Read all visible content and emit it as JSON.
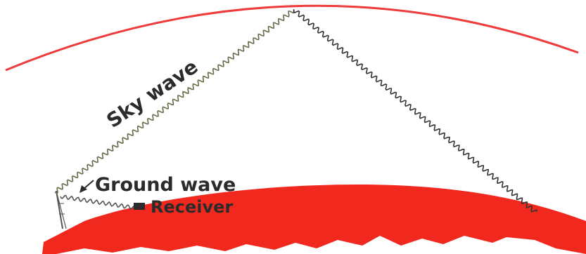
{
  "labels": {
    "sky_wave": "Sky wave",
    "ground_wave": "Ground wave",
    "receiver": "Receiver"
  },
  "colors": {
    "ionosphere": "#ee3b3b",
    "earth": "#f0281e",
    "wave": "#333333",
    "text": "#2b2b2b"
  },
  "icons": {
    "transmitter": "antenna-tower-icon",
    "receiver": "receiver-icon"
  }
}
